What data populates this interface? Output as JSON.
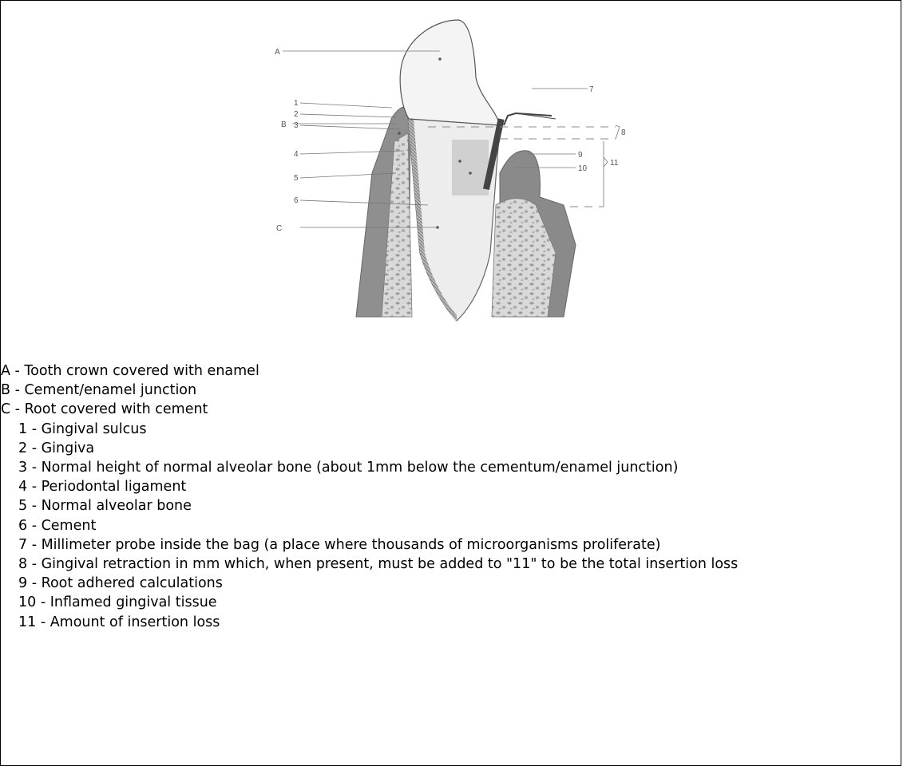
{
  "diagram": {
    "letters": {
      "a": "A",
      "b": "B",
      "c": "C"
    },
    "numbers": {
      "n1": "1",
      "n2": "2",
      "n3": "3",
      "n4": "4",
      "n5": "5",
      "n6": "6",
      "n7": "7",
      "n8": "8",
      "n9": "9",
      "n10": "10",
      "n11": "11"
    },
    "colors": {
      "gingiva": "#8f8f8f",
      "bone": "#d6d6d6",
      "tooth": "#f2f2f2",
      "outline": "#555555"
    }
  },
  "legend": {
    "a": "A - Tooth crown covered with enamel",
    "b": "B - Cement/enamel junction",
    "c": "C - Root covered with cement",
    "n1": "1 - Gingival sulcus",
    "n2": "2 - Gingiva",
    "n3": "3 - Normal height of normal alveolar bone (about 1mm below the cementum/enamel junction)",
    "n4": "4 - Periodontal ligament",
    "n5": "5 - Normal alveolar bone",
    "n6": "6 - Cement",
    "n7": "7 - Millimeter probe inside the bag (a place where thousands of microorganisms proliferate)",
    "n8": "8 - Gingival retraction in mm which, when present, must be added to \"11\" to be the total insertion loss",
    "n9": "9 - Root adhered calculations",
    "n10": "10 - Inflamed gingival tissue",
    "n11": "11 - Amount of insertion loss"
  }
}
